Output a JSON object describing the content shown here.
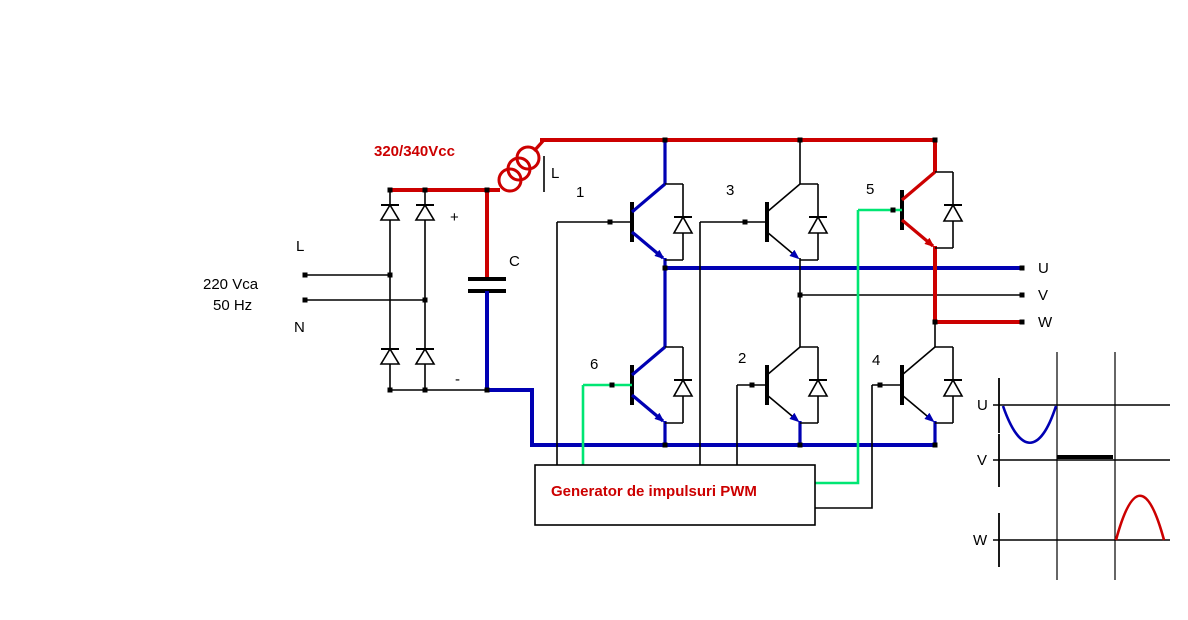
{
  "diagram": {
    "dc_bus_label": "320/340Vcc",
    "inductor_label": "L",
    "capacitor_label": "C",
    "plus_label": "+",
    "minus_label": "-",
    "supply": {
      "line_label": "L",
      "neutral_label": "N",
      "voltage": "220 Vca",
      "frequency": "50 Hz"
    },
    "transistors": [
      {
        "label": "1"
      },
      {
        "label": "3"
      },
      {
        "label": "5"
      },
      {
        "label": "6"
      },
      {
        "label": "2"
      },
      {
        "label": "4"
      }
    ],
    "outputs": [
      {
        "label": "U"
      },
      {
        "label": "V"
      },
      {
        "label": "W"
      }
    ],
    "pwm_generator_label": "Generator de impulsuri PWM",
    "waveform_panel": {
      "rows": [
        {
          "label": "U",
          "color": "#0000b3",
          "shape": "negative half-sine",
          "interval": 1
        },
        {
          "label": "V",
          "color": "#000000",
          "shape": "zero segment",
          "interval": 2
        },
        {
          "label": "W",
          "color": "#cc0000",
          "shape": "positive half-sine",
          "interval": 3
        }
      ]
    }
  },
  "colors": {
    "red": "#cc0000",
    "blue": "#0000b3",
    "green": "#00e673"
  }
}
